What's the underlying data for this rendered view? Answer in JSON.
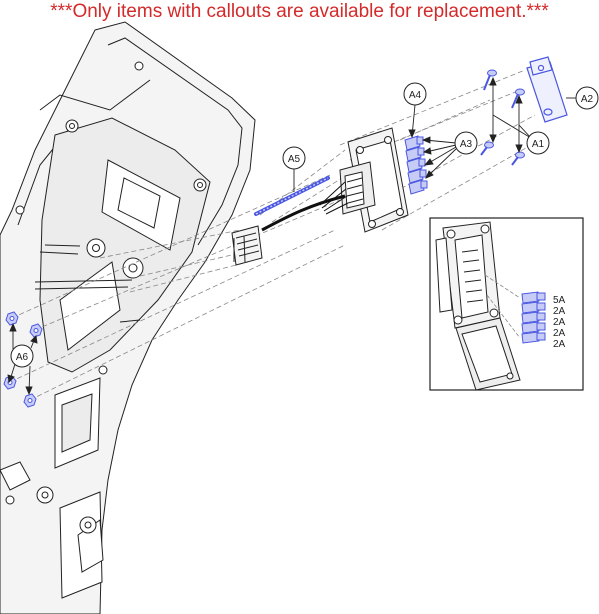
{
  "notice": {
    "text": "***Only items with callouts are available for replacement.***",
    "color": "#d42a2a"
  },
  "callouts": {
    "a1": "A1",
    "a2": "A2",
    "a3": "A3",
    "a4": "A4",
    "a5": "A5",
    "a6": "A6"
  },
  "detail": {
    "fuse_ratings": [
      "5A",
      "2A",
      "2A",
      "2A",
      "2A"
    ]
  },
  "colors": {
    "outline": "#222222",
    "part_fill": "#f2f2f2",
    "highlight": "#4a57e0",
    "highlight_fill": "#c7ccf7",
    "dash": "#888888"
  }
}
